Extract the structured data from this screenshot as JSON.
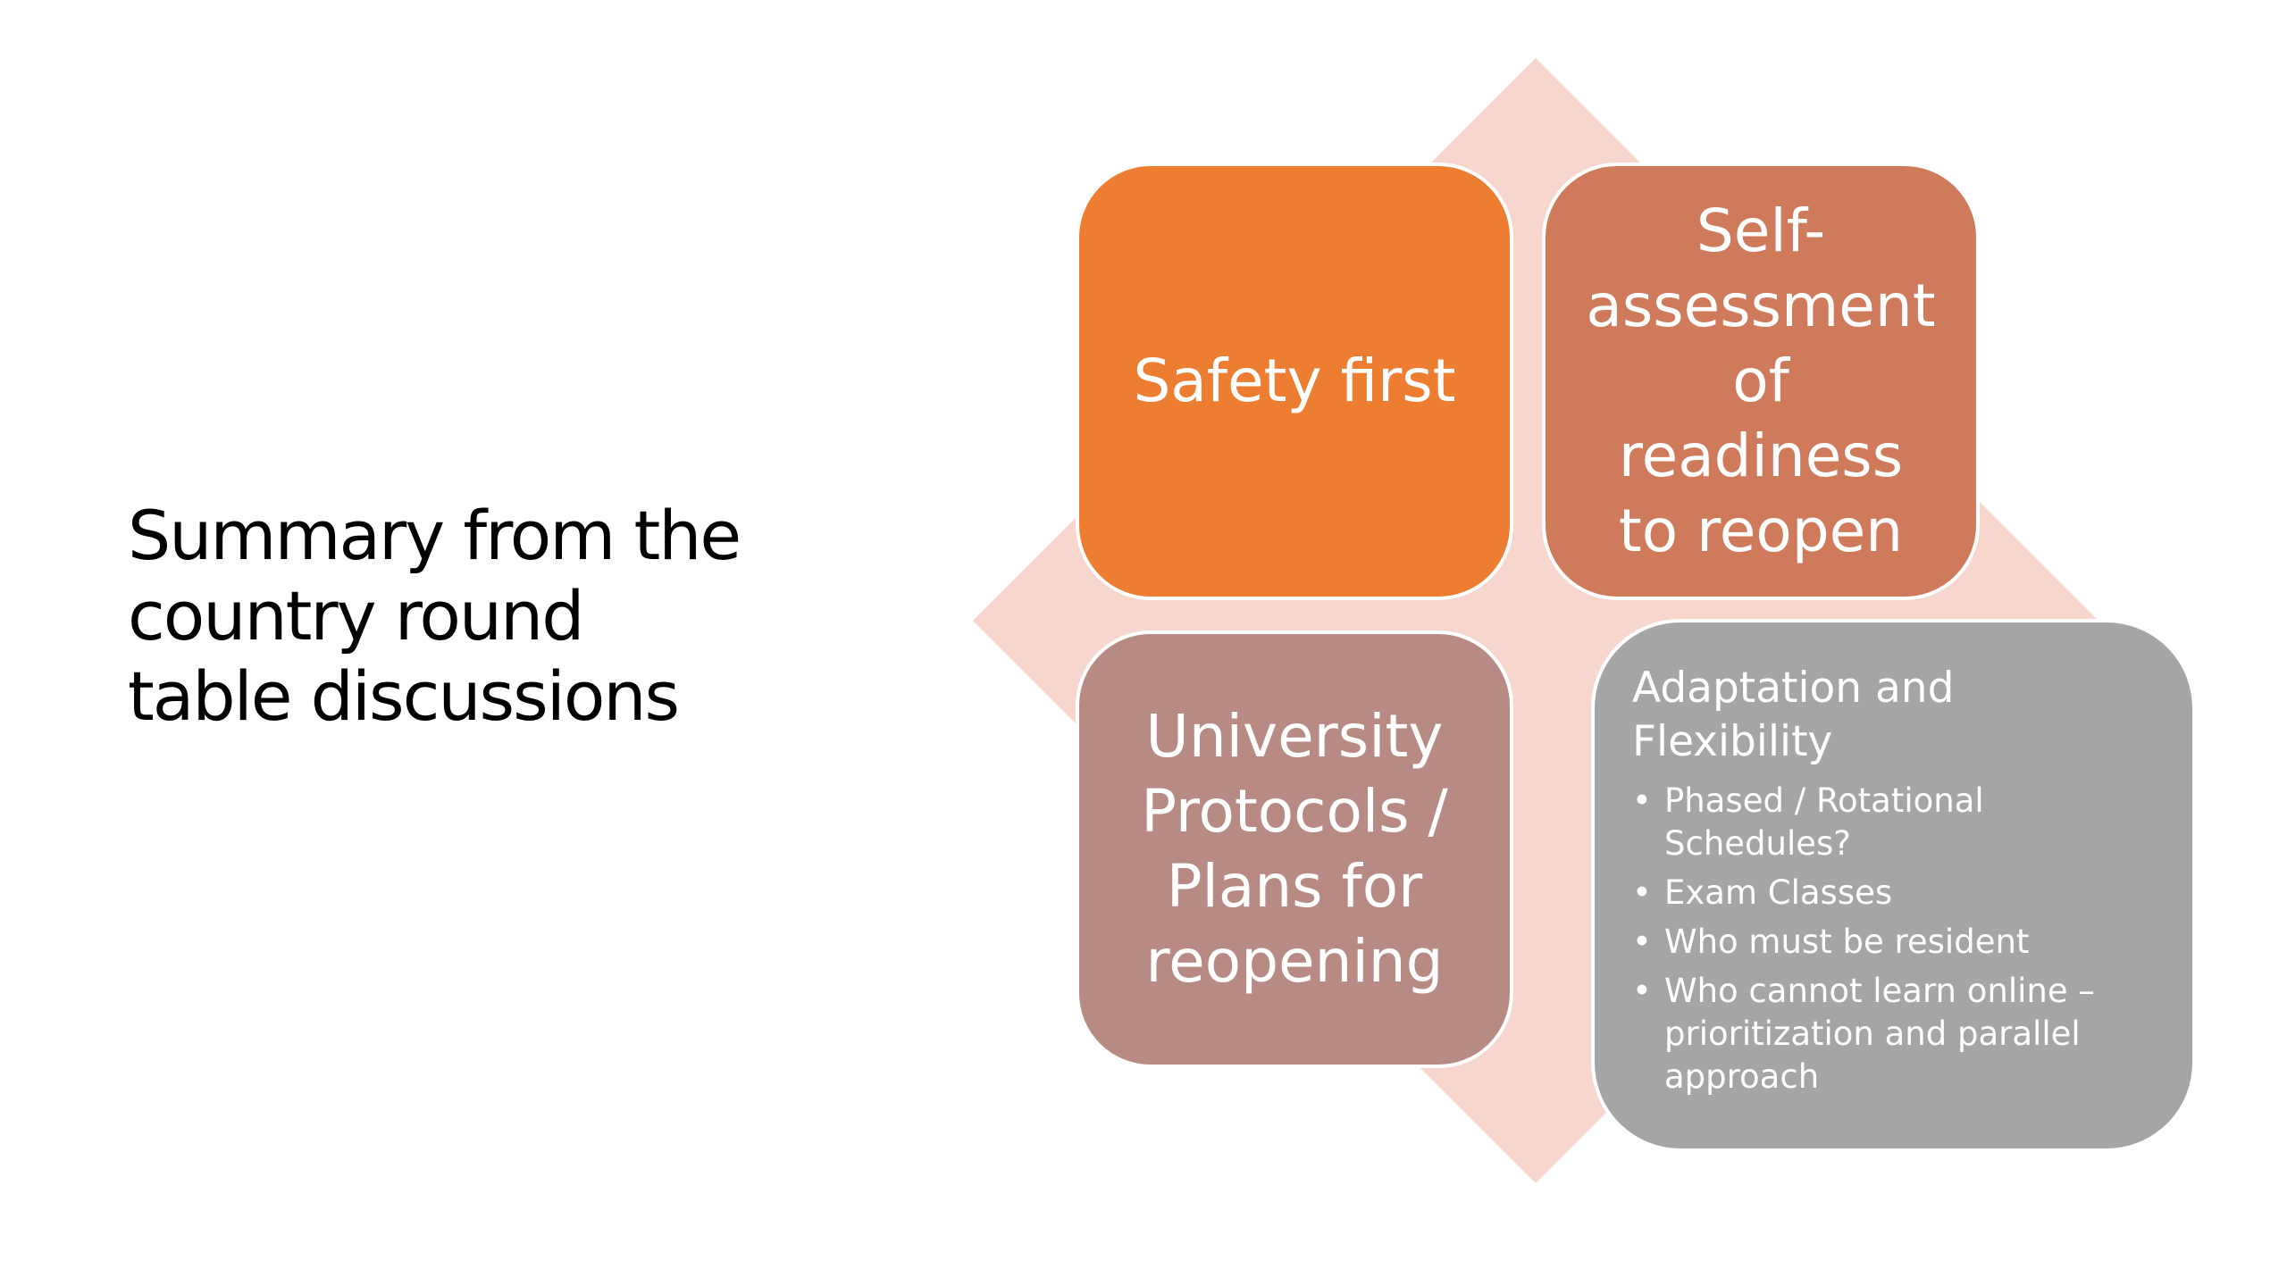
{
  "slide": {
    "title": "Summary from the\ncountry round\ntable discussions"
  },
  "diagram": {
    "background_color": "#f7d6cd",
    "tiles": {
      "safety": {
        "label": "Safety first",
        "color": "#ec7d31"
      },
      "self_assessment": {
        "label": "Self-assessment of readiness to reopen",
        "color": "#cf7a5a"
      },
      "protocols": {
        "label": "University Protocols / Plans for reopening",
        "color": "#b78a83"
      },
      "adaptation": {
        "heading": "Adaptation and Flexibility",
        "color": "#a5a5a5",
        "items": [
          "Phased / Rotational Schedules?",
          "Exam Classes",
          "Who must be resident",
          "Who cannot learn online – prioritization and parallel approach"
        ]
      }
    }
  }
}
